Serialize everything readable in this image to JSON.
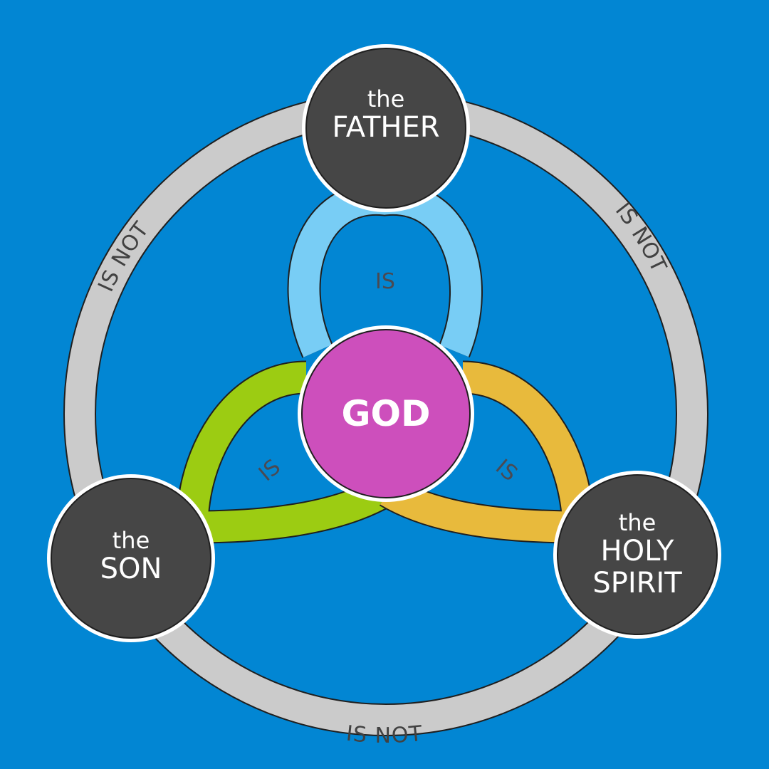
{
  "colors": {
    "background": "#0286d3",
    "outer_ring": "#cbcbcb",
    "person_circle": "#464646",
    "god_circle": "#cd4fbc",
    "father_loop": "#78cdf5",
    "son_loop": "#9ccc12",
    "spirit_loop": "#e8ba3c"
  },
  "center": {
    "label": "GOD"
  },
  "persons": {
    "father": {
      "prefix": "the",
      "line1": "FATHER"
    },
    "son": {
      "prefix": "the",
      "line1": "SON"
    },
    "spirit": {
      "prefix": "the",
      "line1": "HOLY",
      "line2": "SPIRIT"
    }
  },
  "relations": {
    "is_father": "IS",
    "is_son": "IS",
    "is_spirit": "IS",
    "not_father_son": "IS NOT",
    "not_father_spirit": "IS NOT",
    "not_son_spirit": "IS NOT"
  }
}
